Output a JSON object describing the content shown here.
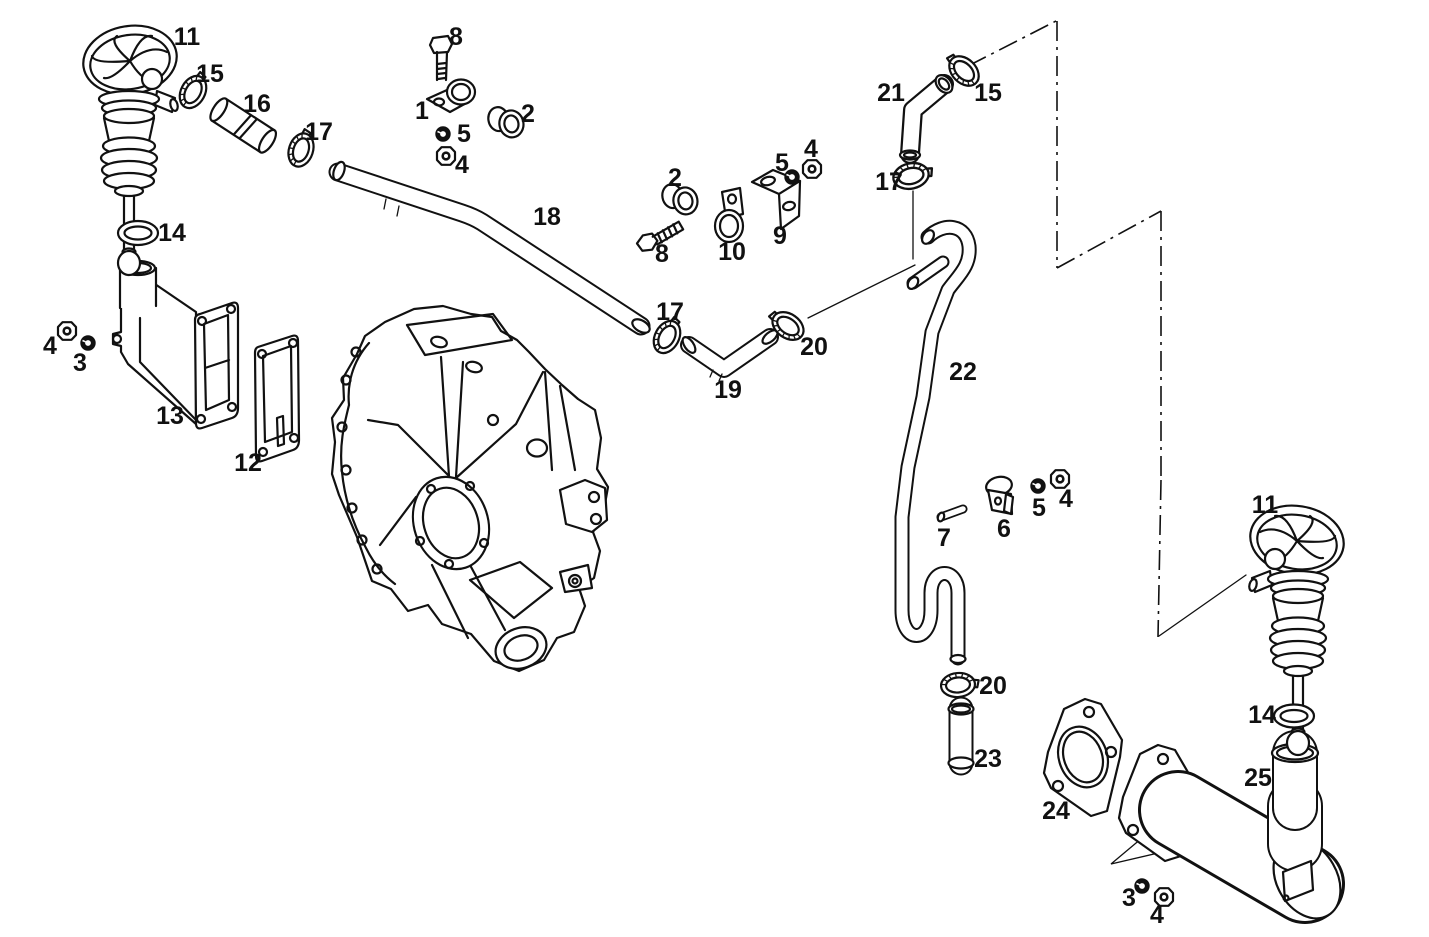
{
  "diagram": {
    "background": "#ffffff",
    "line_color": "#111111",
    "callouts": [
      {
        "label": "11"
      },
      {
        "label": "8"
      },
      {
        "label": "15"
      },
      {
        "label": "16"
      },
      {
        "label": "1"
      },
      {
        "label": "2"
      },
      {
        "label": "17"
      },
      {
        "label": "5"
      },
      {
        "label": "4"
      },
      {
        "label": "21"
      },
      {
        "label": "15"
      },
      {
        "label": "2"
      },
      {
        "label": "17"
      },
      {
        "label": "5"
      },
      {
        "label": "4"
      },
      {
        "label": "18"
      },
      {
        "label": "8"
      },
      {
        "label": "10"
      },
      {
        "label": "9"
      },
      {
        "label": "14"
      },
      {
        "label": "17"
      },
      {
        "label": "20"
      },
      {
        "label": "19"
      },
      {
        "label": "22"
      },
      {
        "label": "4"
      },
      {
        "label": "3"
      },
      {
        "label": "13"
      },
      {
        "label": "12"
      },
      {
        "label": "7"
      },
      {
        "label": "6"
      },
      {
        "label": "5"
      },
      {
        "label": "4"
      },
      {
        "label": "11"
      },
      {
        "label": "14"
      },
      {
        "label": "20"
      },
      {
        "label": "23"
      },
      {
        "label": "24"
      },
      {
        "label": "25"
      },
      {
        "label": "3"
      },
      {
        "label": "4"
      }
    ]
  }
}
